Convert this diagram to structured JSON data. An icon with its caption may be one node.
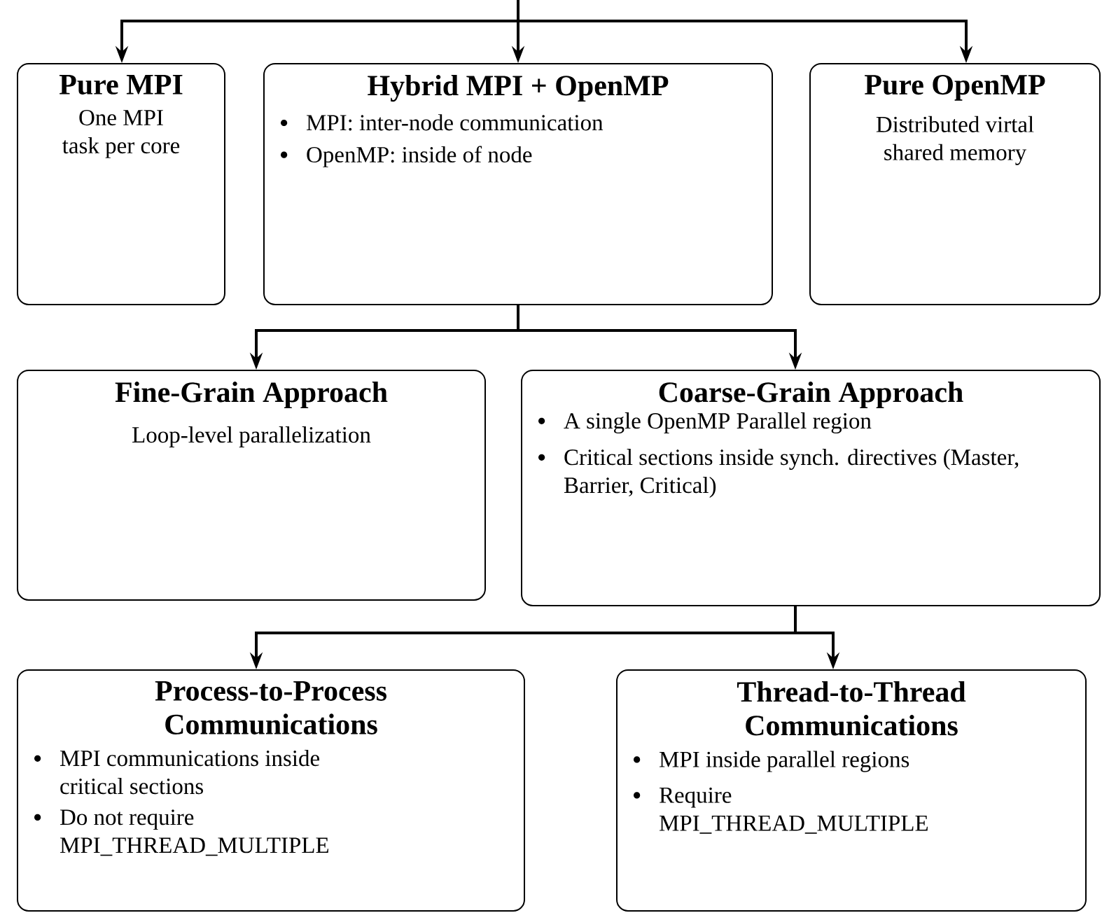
{
  "diagram": {
    "nodes": [
      {
        "text": [
          "Pure MPI",
          "One MPI task per core"
        ]
      },
      {
        "text": [
          "Hybrid MPI + OpenMP",
          "MPI: inter-node communication",
          "OpenMP: inside of node"
        ]
      },
      {
        "text": [
          "Pure OpenMP",
          "Distributed virtal shared memory"
        ]
      },
      {
        "text": [
          "Fine-Grain Approach",
          "Loop-level parallelization"
        ]
      },
      {
        "text": [
          "Coarse-Grain Approach",
          "A single OpenMP Parallel region",
          "Critical sections inside synch. directives (Master, Barrier, Critical)"
        ]
      },
      {
        "text": [
          "Process-to-Process Communications",
          "MPI communications inside critical sections",
          "Do not require MPI_THREAD_MULTIPLE"
        ]
      },
      {
        "text": [
          "Thread-to-Thread Communications",
          "MPI inside parallel regions",
          "Require MPI_THREAD_MULTIPLE"
        ]
      }
    ],
    "edges": [
      {
        "from": null,
        "to": 0,
        "arrow": "to"
      },
      {
        "from": null,
        "to": 1,
        "arrow": "to"
      },
      {
        "from": null,
        "to": 2,
        "arrow": "to"
      },
      {
        "from": 1,
        "to": 3,
        "arrow": "to"
      },
      {
        "from": 1,
        "to": 4,
        "arrow": "to"
      },
      {
        "from": 4,
        "to": 5,
        "arrow": "to"
      },
      {
        "from": 4,
        "to": 6,
        "arrow": "to"
      }
    ]
  }
}
